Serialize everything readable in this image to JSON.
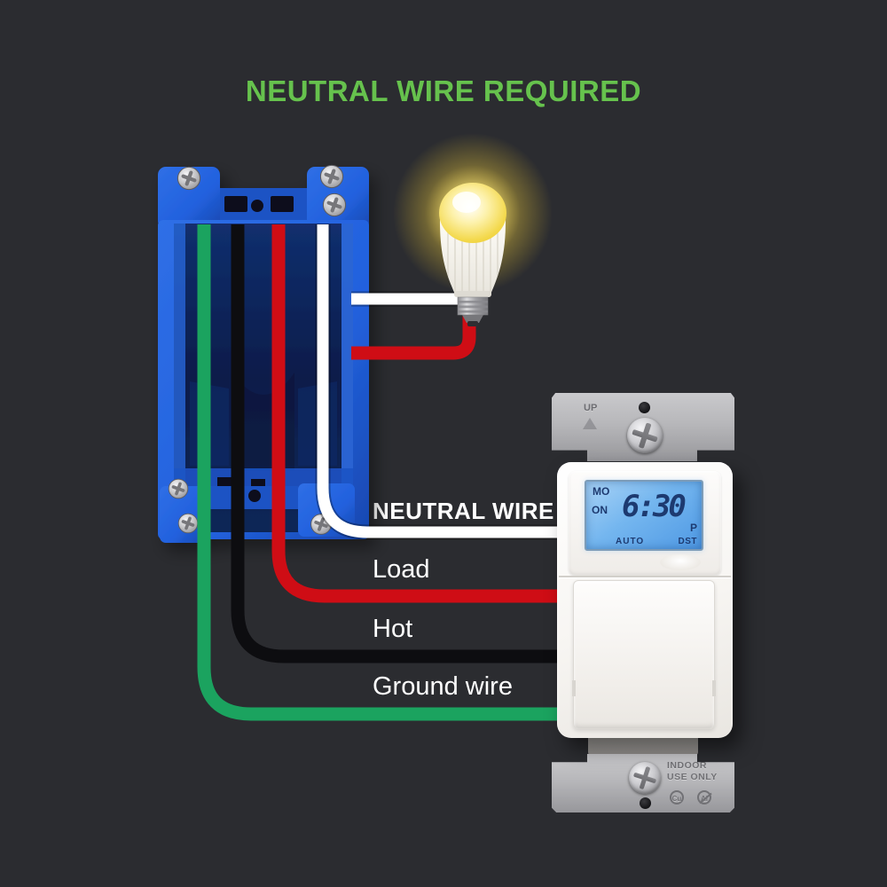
{
  "title": {
    "text": "NEUTRAL WIRE REQUIRED"
  },
  "labels": {
    "neutral": "NEUTRAL WIRE",
    "load": "Load",
    "hot": "Hot",
    "ground": "Ground wire"
  },
  "timer": {
    "strap_marking": "UP",
    "lcd": {
      "day": "MO",
      "status": "ON",
      "time": "6:30",
      "meridiem": "P",
      "mode": "AUTO",
      "dst_label": "DST"
    },
    "strap_bottom": {
      "line1": "INDOOR",
      "line2": "USE ONLY",
      "badge_cu": "Cu",
      "badge_al": "Al"
    }
  },
  "colors": {
    "background": "#2b2c30",
    "title_green": "#66c24d",
    "label_text": "#ffffff",
    "wire_white": "#ffffff",
    "wire_red": "#cf0d15",
    "wire_black": "#0d0d10",
    "wire_green": "#1ba35f",
    "box_blue": "#2261de",
    "box_interior": "#0a1c4a",
    "lcd_screen_light": "#a9d3f6",
    "lcd_screen_dark": "#4f99e4",
    "lcd_text": "#1d3a70",
    "metal_light": "#c9c9cc",
    "metal_dark": "#97979b",
    "bulb_glow": "#ffe873"
  }
}
